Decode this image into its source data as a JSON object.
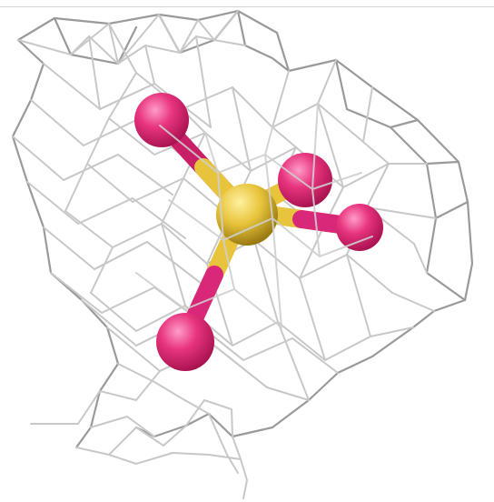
{
  "scene": {
    "background": "#ffffff",
    "mesh_color": "#c6c6c6",
    "mesh_shadow_color": "#8c8c8c",
    "sulfur_color": "#e8c43c",
    "oxygen_color": "#e8347e",
    "atoms": [
      {
        "element": "O",
        "name": "oxygen-atom-top-left"
      },
      {
        "element": "O",
        "name": "oxygen-atom-top-right"
      },
      {
        "element": "O",
        "name": "oxygen-atom-right"
      },
      {
        "element": "O",
        "name": "oxygen-atom-bottom"
      },
      {
        "element": "S",
        "name": "sulfur-atom-center"
      }
    ]
  }
}
